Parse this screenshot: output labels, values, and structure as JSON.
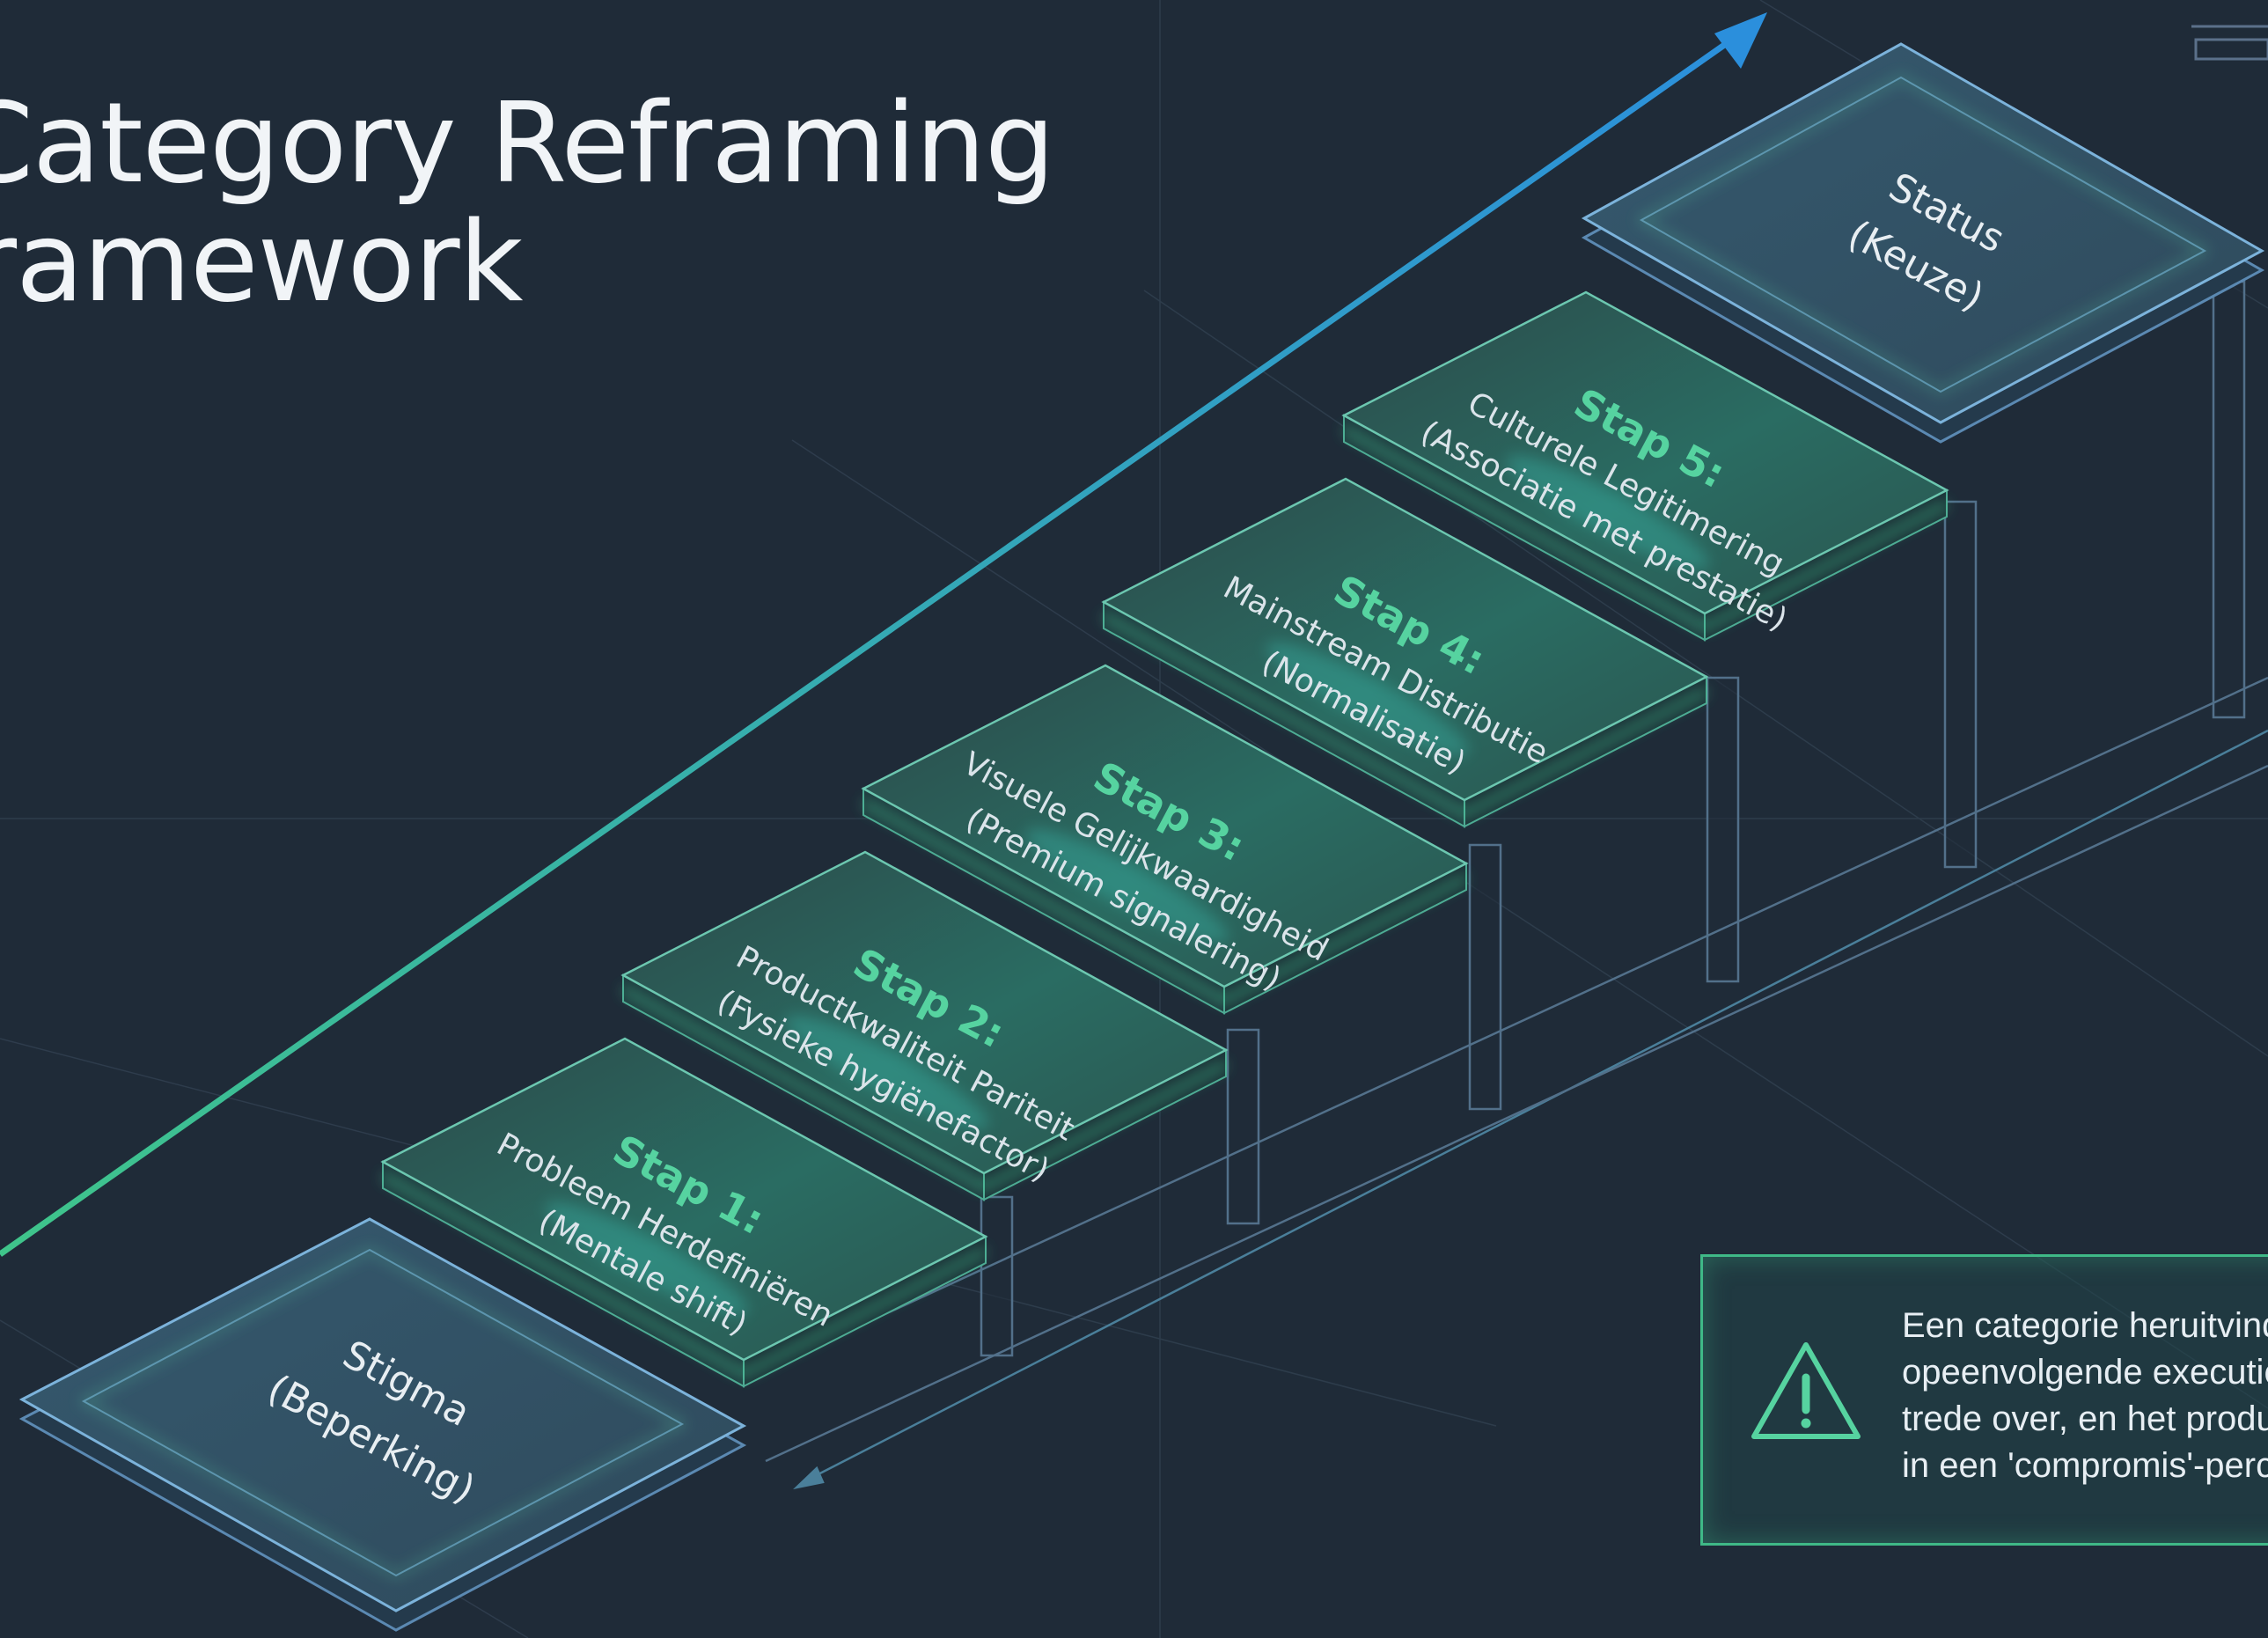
{
  "title": {
    "line1": "Category Reframing",
    "line2": "Framework"
  },
  "steps": [
    {
      "label": "Stap 1:",
      "sub1": "Probleem Herdefiniëren",
      "sub2": "(Mentale shift)"
    },
    {
      "label": "Stap 2:",
      "sub1": "Productkwaliteit Pariteit",
      "sub2": "(Fysieke hygiënefactor)"
    },
    {
      "label": "Stap 3:",
      "sub1": "Visuele Gelijkwaardigheid",
      "sub2": "(Premium signalering)"
    },
    {
      "label": "Stap 4:",
      "sub1": "Mainstream Distributie",
      "sub2": "(Normalisatie)"
    },
    {
      "label": "Stap 5:",
      "sub1": "Culturele Legitimering",
      "sub2": "(Associatie met prestatie)"
    }
  ],
  "start": {
    "line1": "Stigma",
    "line2": "(Beperking)"
  },
  "end": {
    "line1": "Status",
    "line2": "(Keuze)"
  },
  "warning": {
    "icon": "warning-triangle-icon",
    "lines": [
      "Een categorie heruitvinding vereist",
      "opeenvolgende executie. Sla geen",
      "trede over, en het product belandt",
      "in een 'compromis'-perceptie."
    ]
  },
  "colors": {
    "background": "#1f2b38",
    "accent_green": "#56d3a0",
    "accent_blue": "#2d8fd6"
  }
}
